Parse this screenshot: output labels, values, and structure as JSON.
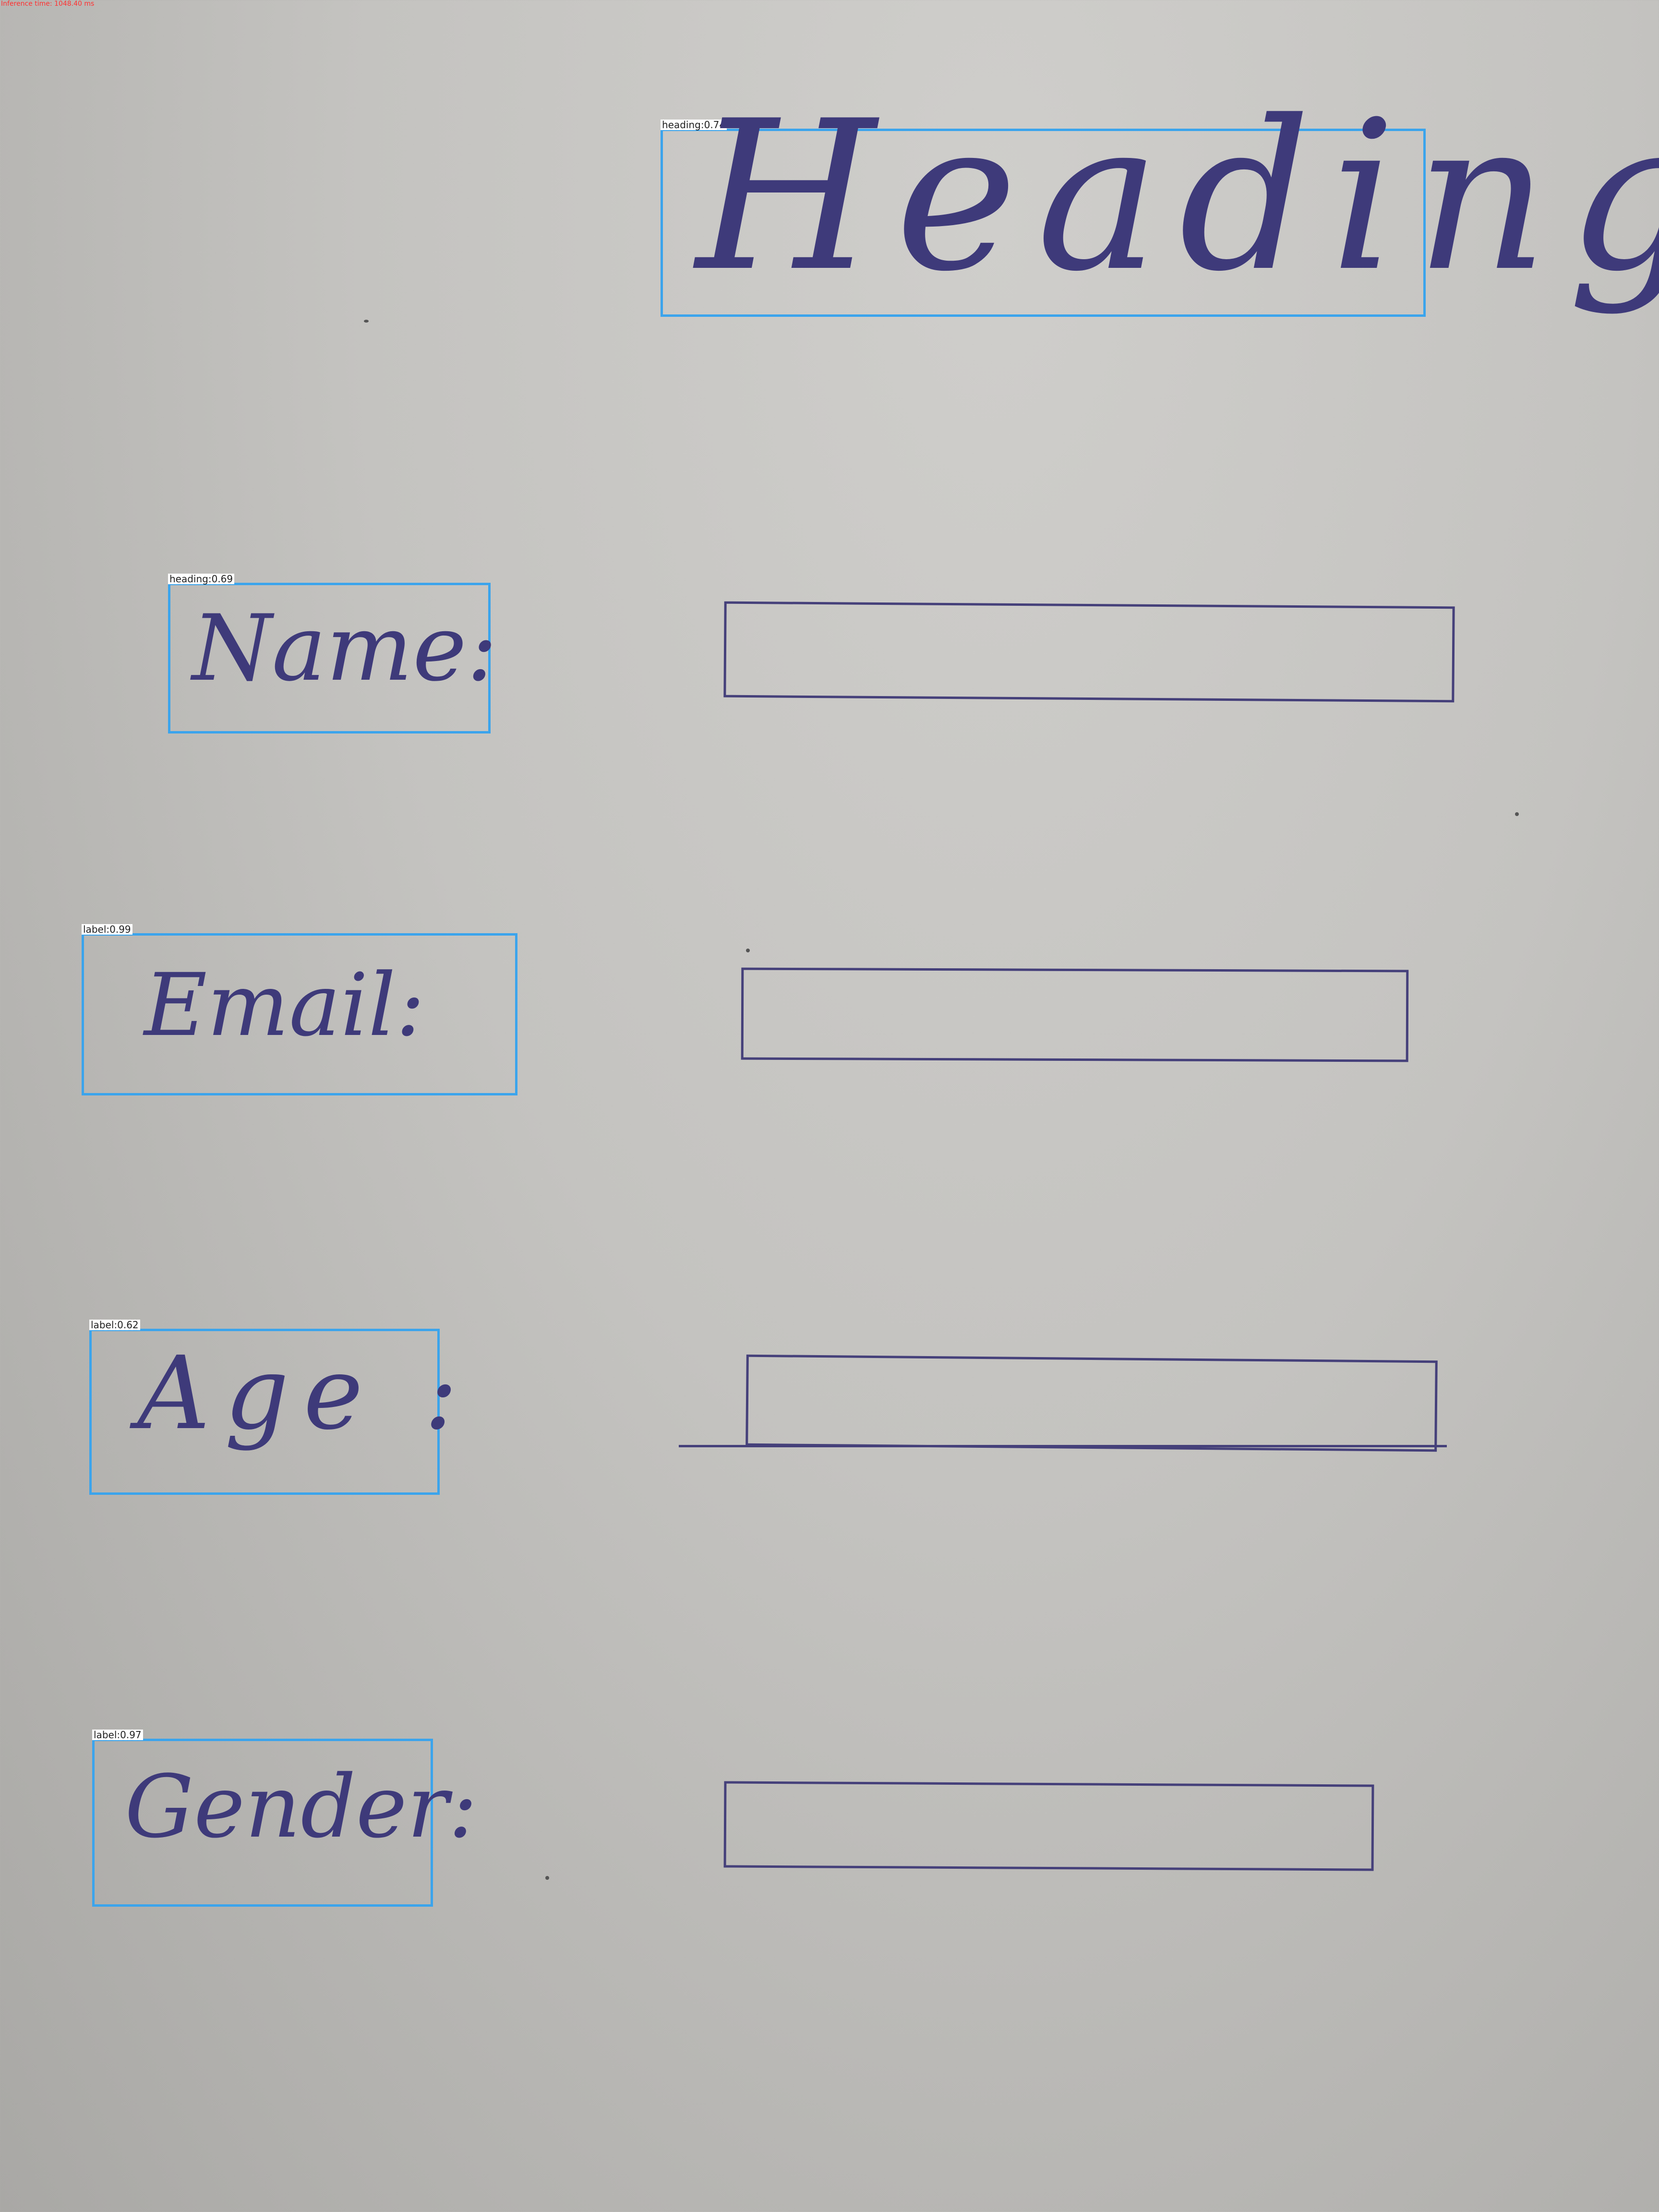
{
  "inference_time": "Inference time: 1048.40 ms",
  "detections": {
    "heading_title": {
      "tag": "heading:0.74"
    },
    "name": {
      "tag": "heading:0.69"
    },
    "email": {
      "tag": "label:0.99"
    },
    "age": {
      "tag": "label:0.62"
    },
    "gender": {
      "tag": "label:0.97"
    }
  },
  "handwriting": {
    "heading": "Heading",
    "name": "Name:",
    "email": "Email:",
    "age": "Age :",
    "gender": "Gender:"
  },
  "colors": {
    "box": "#3ba4ec",
    "ink": "#3e3a7a",
    "paper": "#c4c3c0"
  }
}
